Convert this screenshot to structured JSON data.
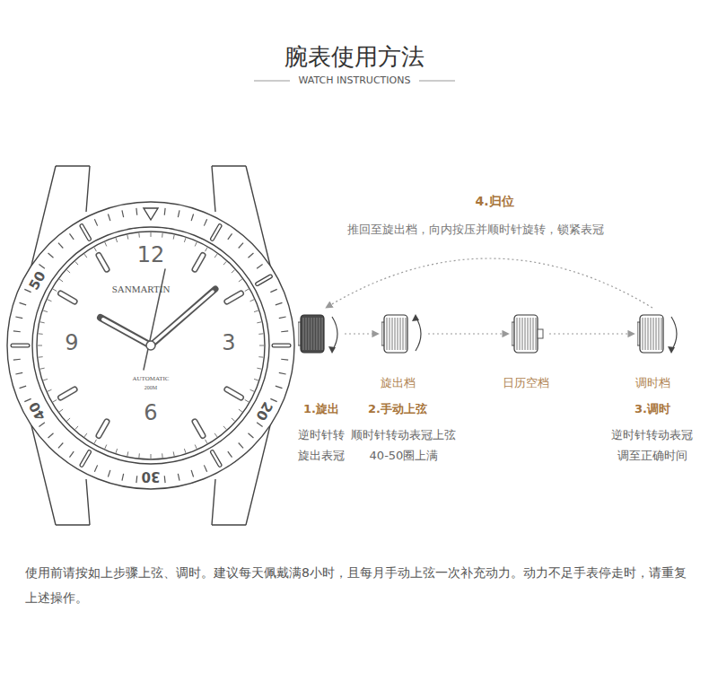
{
  "diagram": {
    "title": "腕表使用方法",
    "caption": "使用前请按如上步骤上弦、调时。建议每天佩戴满8小时，且每月手动上弦一次补充动力。动力不足手表停走时，请重复上述操作。",
    "nodes": [
      {
        "text": [
          "1.旋出",
          "逆时针转 旋出表冠"
        ]
      },
      {
        "text": [
          "旋出档",
          "2.手动上弦",
          "顺时针转动表冠上弦 40-50圈上满"
        ]
      },
      {
        "text": [
          "日历空档"
        ]
      },
      {
        "text": [
          "调时档",
          "3.调时",
          "逆时针转动表冠 调至正确时间"
        ]
      }
    ],
    "edges": [
      {
        "from": 0,
        "to": 1,
        "arrow": "to"
      },
      {
        "from": 1,
        "to": 2,
        "arrow": "to"
      },
      {
        "from": 2,
        "to": 3,
        "arrow": "to"
      },
      {
        "from": 3,
        "to": 0,
        "label": "4.归位",
        "arrow": "to"
      }
    ],
    "labels": [
      "WATCH INSTRUCTIONS",
      "SANMARTIN",
      "12",
      "3",
      "6",
      "9",
      "50",
      "40",
      "30",
      "20",
      "AUTOMATIC",
      "200M",
      "推回至旋出档，向内按压并顺时针旋转，锁紧表冠"
    ]
  }
}
